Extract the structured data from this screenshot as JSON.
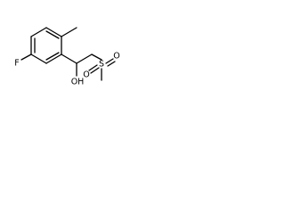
{
  "molecule": {
    "atoms": {
      "fluorine": "F",
      "hydroxyl": "OH",
      "sulfur": "S",
      "sulfonyl_oxygen_1": "O",
      "sulfonyl_oxygen_2": "O"
    },
    "colors": {
      "bond": "#000000",
      "label": "#000000",
      "background": "#ffffff"
    }
  }
}
